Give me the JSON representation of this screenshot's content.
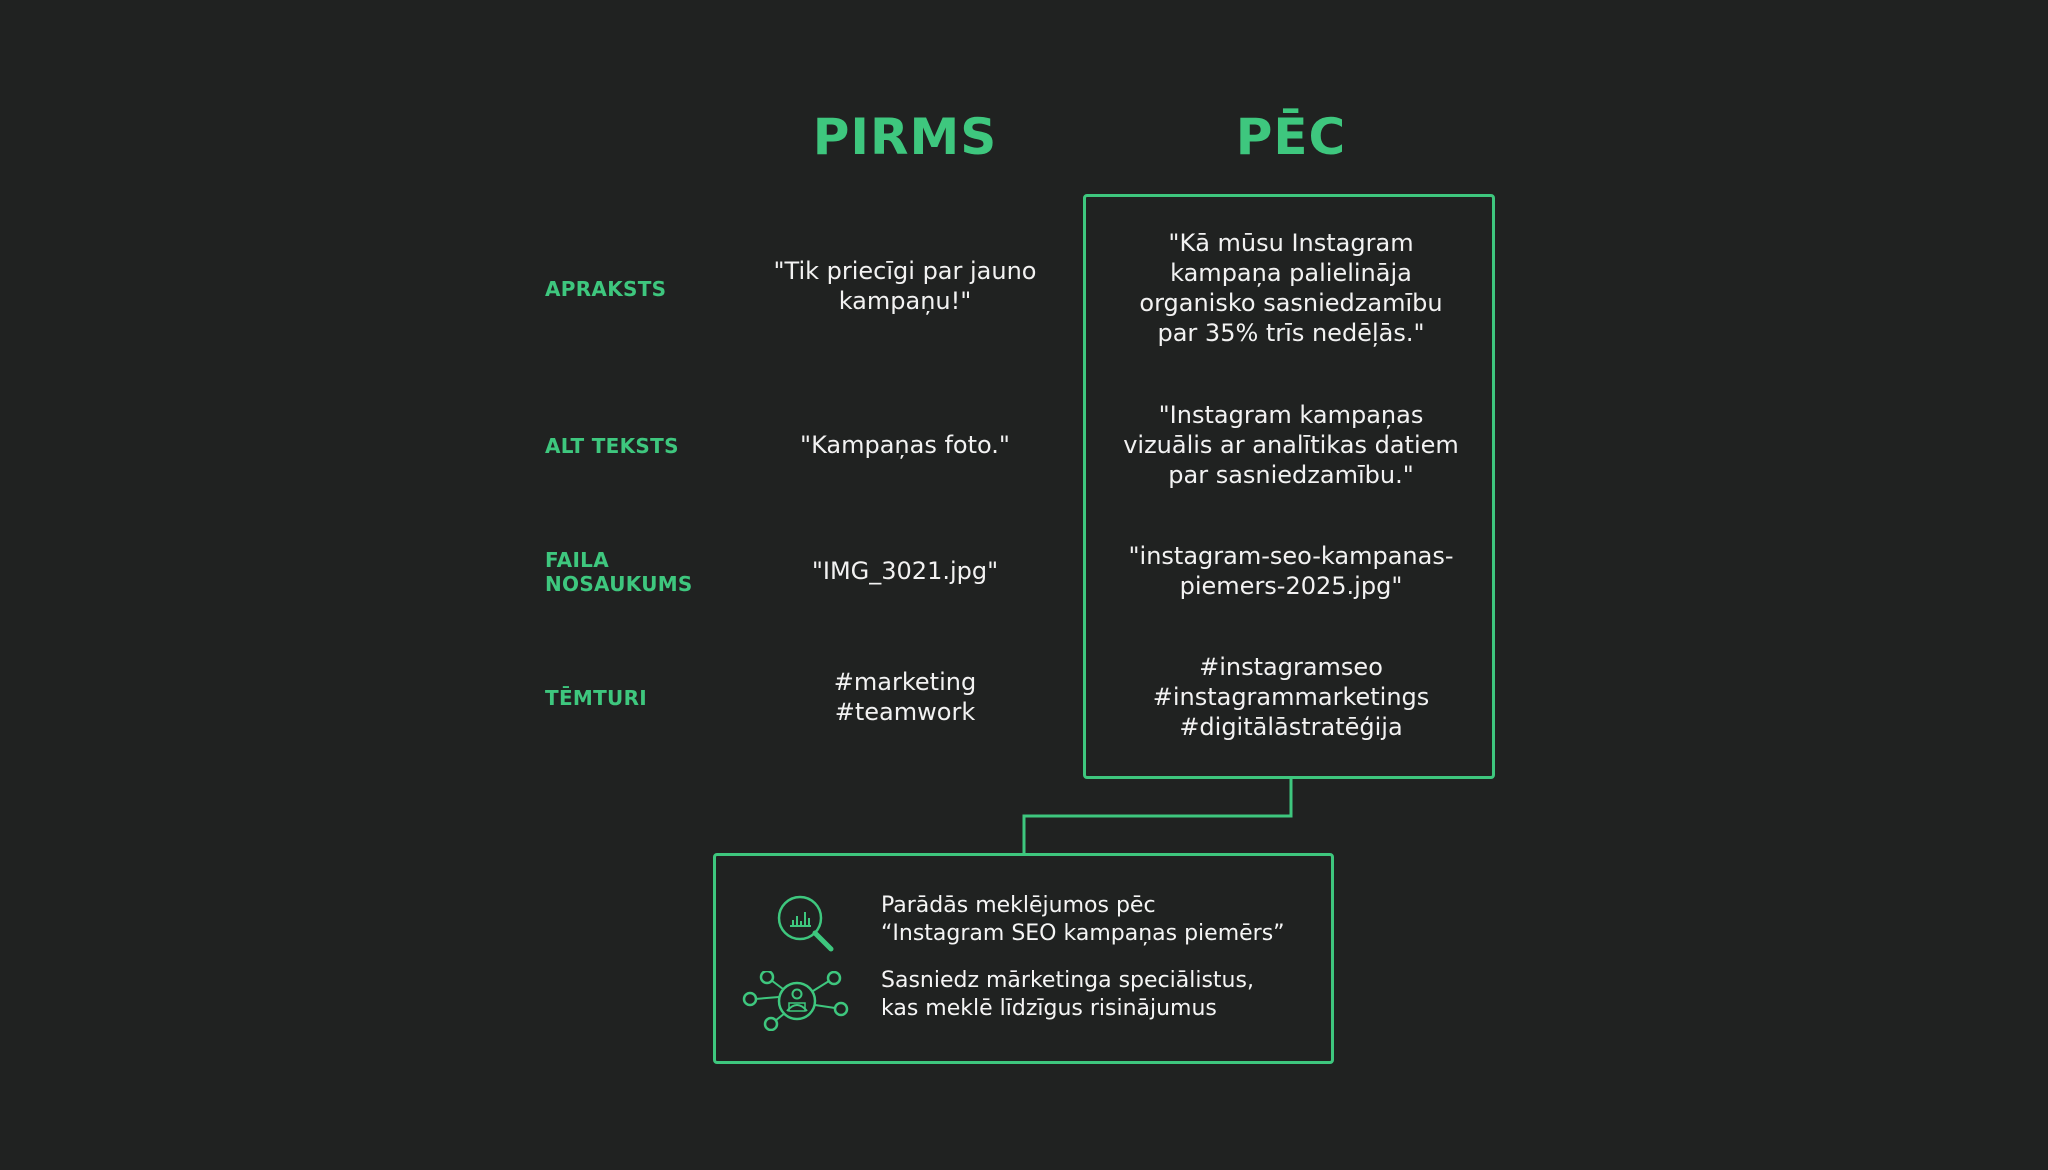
{
  "columns": {
    "before": "PIRMS",
    "after": "PĒC"
  },
  "rows": [
    {
      "label": "APRAKSTS",
      "before": "\"Tik priecīgi par jauno\nkampaņu!\"",
      "after": "\"Kā mūsu Instagram\nkampaņa palielināja\norganisko sasniedzamību\npar 35% trīs nedēļās.\""
    },
    {
      "label": "ALT TEKSTS",
      "before": "\"Kampaņas foto.\"",
      "after": "\"Instagram kampaņas\nvizuālis ar analītikas datiem\npar sasniedzamību.\""
    },
    {
      "label": "FAILA\nNOSAUKUMS",
      "before": "\"IMG_3021.jpg\"",
      "after": "\"instagram-seo-kampanas-\npiemers-2025.jpg\""
    },
    {
      "label": "TĒMTURI",
      "before": "#marketing\n#teamwork",
      "after": "#instagramseo\n#instagrammarketings\n#digitālāstratēģija"
    }
  ],
  "results": [
    {
      "icon": "search-analytics-icon",
      "text": "Parādās meklējumos pēc\n“Instagram SEO kampaņas piemērs”"
    },
    {
      "icon": "network-people-icon",
      "text": "Sasniedz mārketinga speciālistus,\nkas meklē līdzīgus risinājumus"
    }
  ],
  "colors": {
    "background": "#202221",
    "accent": "#3ec77e",
    "text": "#ffffff"
  }
}
